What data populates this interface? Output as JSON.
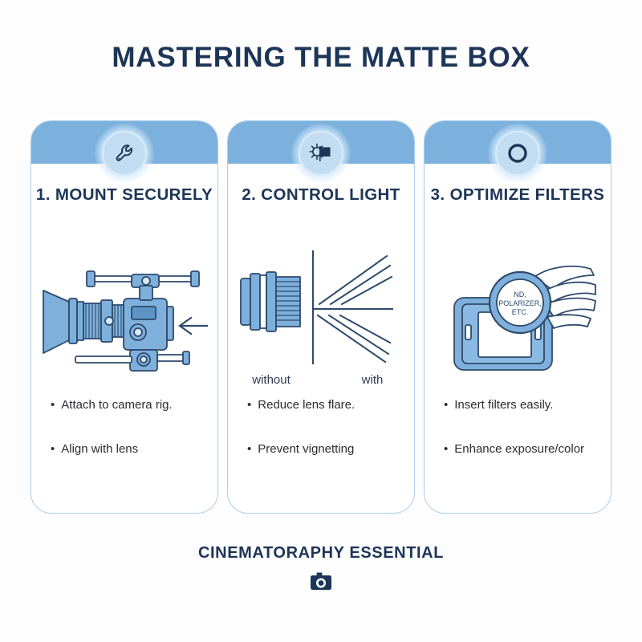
{
  "title": "MASTERING THE MATTE BOX",
  "colors": {
    "background": "#fdfdfd",
    "navy": "#1d3557",
    "header_blue": "#7cb1de",
    "card_border": "#a9cdea",
    "badge_fill": "#c2ddf2",
    "illustration_fill": "#7fb0dc",
    "illustration_stroke": "#2d4a6b"
  },
  "cards": [
    {
      "icon": "wrench-icon",
      "step_title": "1. MOUNT SECURELY",
      "illustration": "camera-with-matte-box-and-arrow",
      "bullets": [
        "Attach to camera rig.",
        "Align with lens"
      ]
    },
    {
      "icon": "sun-flag-light-control-icon",
      "step_title": "2. CONTROL LIGHT",
      "illustration": "lens-flare-comparison",
      "compare_left_label": "without",
      "compare_right_label": "with",
      "bullets": [
        "Reduce lens flare.",
        "Prevent vignetting"
      ]
    },
    {
      "icon": "filter-ring-icon",
      "step_title": "3. OPTIMIZE FILTERS",
      "illustration": "hand-inserting-filter-into-matte-box",
      "filter_label_lines": [
        "ND,",
        "POLARIZER,",
        "ETC."
      ],
      "bullets": [
        "Insert filters easily.",
        "Enhance exposure/color"
      ]
    }
  ],
  "footer": {
    "text": "CINEMATORAPHY ESSENTIAL",
    "icon": "camera-icon"
  }
}
